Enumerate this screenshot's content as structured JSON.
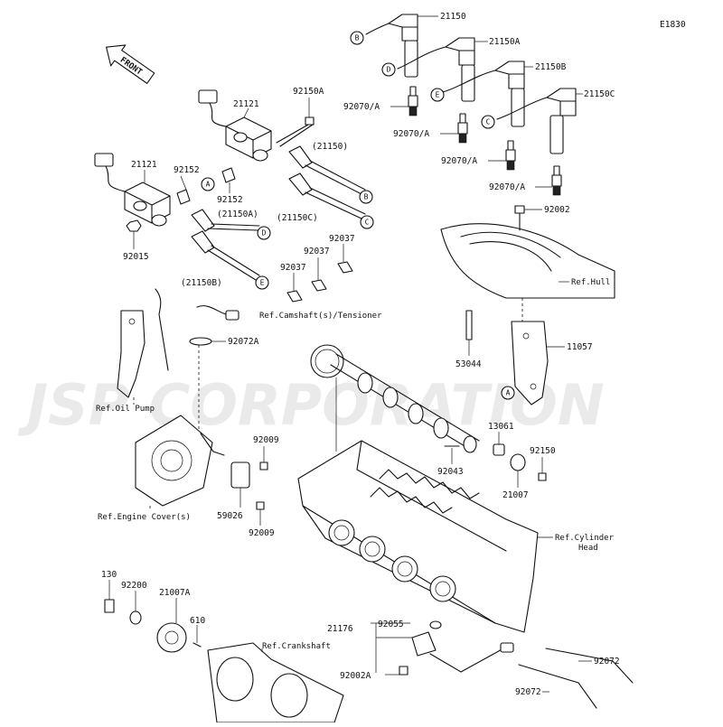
{
  "diagram_code": "E1830",
  "front_label": "FRONT",
  "watermark": "JSP CORPORATION",
  "part_numbers": {
    "p21150": "21150",
    "p21150A": "21150A",
    "p21150B": "21150B",
    "p21150C": "21150C",
    "p92070A_1": "92070/A",
    "p92070A_2": "92070/A",
    "p92070A_3": "92070/A",
    "p92070A_4": "92070/A",
    "p21121_top": "21121",
    "p21121_left": "21121",
    "p92150A": "92150A",
    "p21150_ref": "(21150)",
    "p21150C_ref": "(21150C)",
    "p21150A_ref": "(21150A)",
    "p21150B_ref": "(21150B)",
    "p92152_1": "92152",
    "p92152_2": "92152",
    "p92015": "92015",
    "p92037_1": "92037",
    "p92037_2": "92037",
    "p92037_3": "92037",
    "p92002_top": "92002",
    "p11057": "11057",
    "p53044": "53044",
    "p92072A": "92072A",
    "p13061": "13061",
    "p92150": "92150",
    "p21007": "21007",
    "p92043": "92043",
    "p92009_1": "92009",
    "p92009_2": "92009",
    "p59026": "59026",
    "p130": "130",
    "p92200": "92200",
    "p21007A": "21007A",
    "p610": "610",
    "p21176": "21176",
    "p92055": "92055",
    "p92002A": "92002A",
    "p92072_1": "92072",
    "p92072_2": "92072"
  },
  "references": {
    "hull": "Ref.Hull",
    "camshaft": "Ref.Camshaft(s)/Tensioner",
    "oil_pump": "Ref.Oil Pump",
    "engine_cover": "Ref.Engine Cover(s)",
    "cylinder_head_1": "Ref.Cylinder",
    "cylinder_head_2": "Head",
    "crankshaft": "Ref.Crankshaft"
  },
  "connectors": {
    "A": "A",
    "B": "B",
    "C": "C",
    "D": "D",
    "E": "E"
  }
}
